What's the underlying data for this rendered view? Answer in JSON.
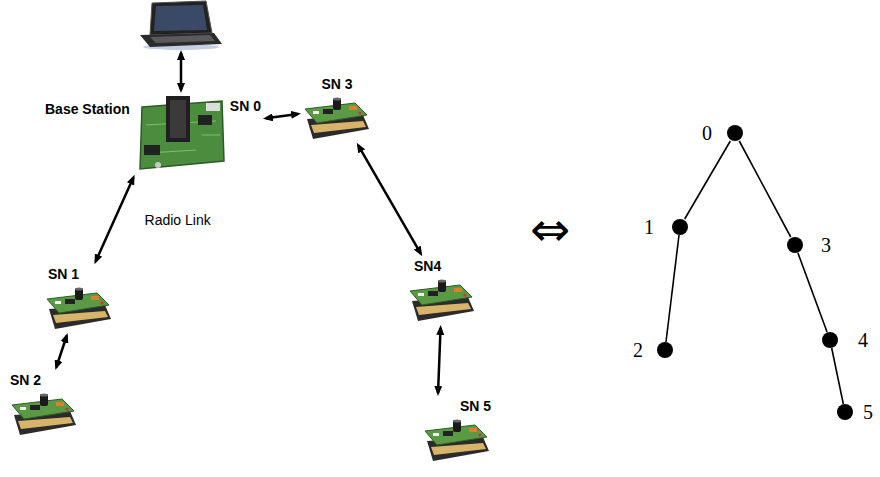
{
  "diagram": {
    "nodes": [
      {
        "text": [
          "Base Station",
          "SN 0"
        ]
      },
      {
        "text": [
          "SN 3"
        ]
      },
      {
        "text": [
          "SN 1"
        ]
      },
      {
        "text": [
          "SN4"
        ]
      },
      {
        "text": [
          "SN 2"
        ]
      },
      {
        "text": [
          "SN 5"
        ]
      },
      {
        "text": [
          "0"
        ]
      },
      {
        "text": [
          "1"
        ]
      },
      {
        "text": [
          "3"
        ]
      },
      {
        "text": [
          "4"
        ]
      },
      {
        "text": [
          "2"
        ]
      },
      {
        "text": [
          "5"
        ]
      }
    ],
    "edges": [
      {
        "from": 0,
        "to": 1,
        "arrow": "both"
      },
      {
        "from": 0,
        "to": 2,
        "label": "Radio Link",
        "arrow": "both"
      },
      {
        "from": 2,
        "to": 4,
        "arrow": "both"
      },
      {
        "from": 1,
        "to": 3,
        "arrow": "both"
      },
      {
        "from": 3,
        "to": 5,
        "arrow": "both"
      },
      {
        "from": 6,
        "to": 7,
        "arrow": "none"
      },
      {
        "from": 6,
        "to": 8,
        "arrow": "none"
      },
      {
        "from": 7,
        "to": 10,
        "arrow": "none"
      },
      {
        "from": 8,
        "to": 9,
        "arrow": "none"
      },
      {
        "from": 9,
        "to": 11,
        "arrow": "none"
      }
    ],
    "labels": [
      "⇔"
    ]
  }
}
